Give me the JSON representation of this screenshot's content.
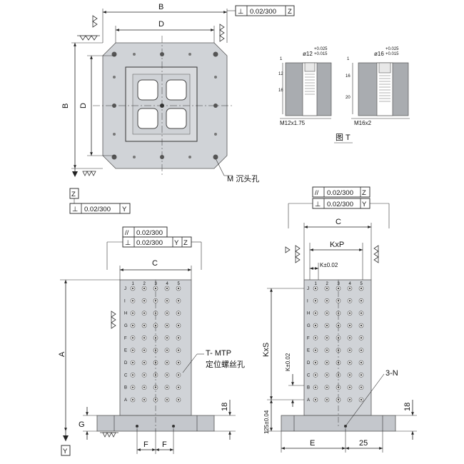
{
  "top_view": {
    "dim_outer_width": "B",
    "dim_inner_width": "D",
    "dim_outer_height": "B",
    "dim_inner_height": "D",
    "callout_hole": "M 沉头孔",
    "tol_top": {
      "value": "0.02/300",
      "datum": "Z"
    },
    "datum_z_label": "Z",
    "tol_left": {
      "value": "0.02/300",
      "datum": "Y"
    }
  },
  "detail_t": {
    "left": {
      "dim1": "1",
      "dim2": "12",
      "dim3": "16",
      "dia": "ø12",
      "tol_up": "+0.025",
      "tol_down": "+0.015",
      "thread": "M12x1.75"
    },
    "right": {
      "dim1": "1",
      "dim2": "16",
      "dim3": "20",
      "dia": "ø16",
      "tol_up": "+0.025",
      "tol_down": "+0.015",
      "thread": "M16x2"
    },
    "title": "图 T"
  },
  "front_view": {
    "tol_parallel": "0.02/300",
    "tol_perp": "0.02/300",
    "tol_perp_datum1": "Y",
    "tol_perp_datum2": "Z",
    "dim_width": "C",
    "dim_height": "A",
    "dim_base": "G",
    "dim_foot": "18",
    "dim_f1": "F",
    "dim_f2": "F",
    "callout_line1": "T- MTP",
    "callout_line2": "定位螺丝孔",
    "datum_y": "Y",
    "row_labels": [
      "J",
      "I",
      "H",
      "G",
      "F",
      "E",
      "D",
      "C",
      "B",
      "A"
    ],
    "col_labels": [
      "1",
      "2",
      "3",
      "4",
      "5"
    ]
  },
  "side_view": {
    "tol_parallel": {
      "value": "0.02/300",
      "datum": "Z"
    },
    "tol_perp": {
      "value": "0.02/300",
      "datum": "Y"
    },
    "dim_width": "C",
    "dim_kxp": "KxP",
    "dim_k": "K±0.02",
    "dim_kxs": "KxS",
    "dim_k_vert": "K±0.02",
    "dim_125": "125±0.04",
    "dim_18": "18",
    "dim_e": "E",
    "dim_25": "25",
    "callout_3n": "3-N",
    "row_labels": [
      "J",
      "I",
      "H",
      "G",
      "F",
      "E",
      "D",
      "C",
      "B",
      "A"
    ],
    "col_labels": [
      "1",
      "2",
      "3",
      "4",
      "5"
    ]
  }
}
